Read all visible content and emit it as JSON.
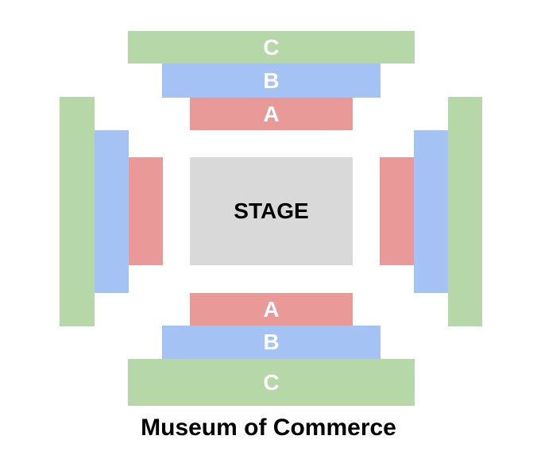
{
  "colors": {
    "section_a": "#ea9999",
    "section_b": "#a4c2f4",
    "section_c": "#b6d7a8",
    "stage": "#d9d9d9",
    "section_label": "#ffffff"
  },
  "stage": {
    "label": "STAGE"
  },
  "sections": {
    "top": {
      "c": "C",
      "b": "B",
      "a": "A"
    },
    "bottom": {
      "a": "A",
      "b": "B",
      "c": "C"
    },
    "left": {
      "c": "",
      "b": "",
      "a": ""
    },
    "right": {
      "a": "",
      "b": "",
      "c": ""
    }
  },
  "venue_name": "Museum of Commerce"
}
